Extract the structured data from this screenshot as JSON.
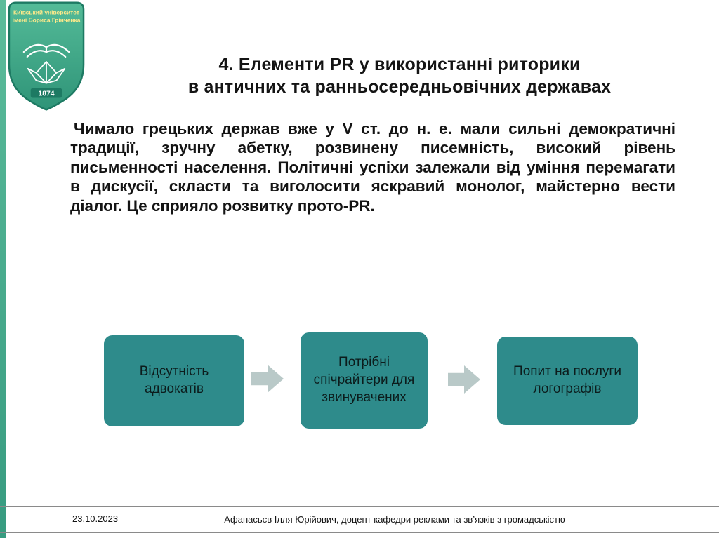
{
  "slide": {
    "title_line1": "4. Елементи PR у використанні риторики",
    "title_line2": "в античних та ранньосередньовічних державах",
    "body": "Чимало грецьких держав вже у V ст. до н. е. мали сильні демократичні традиції, зручну абетку, розвинену писемність, високий рівень письменності населення. Політичні успіхи залежали від уміння перемагати в дискусії, скласти та виголосити яскравий монолог, майстерно вести діалог. Це сприяло розвитку прото-PR."
  },
  "diagram": {
    "boxes": [
      {
        "label": "Відсутність адвокатів"
      },
      {
        "label": "Потрібні спічрайтери для звинувачених"
      },
      {
        "label": "Попит на послуги логографів"
      }
    ]
  },
  "logo": {
    "line1": "Київський університет",
    "line2": "імені Бориса Грінченка",
    "year": "1874"
  },
  "footer": {
    "date": "23.10.2023",
    "credit": "Афанасьєв Ілля Юрійович, доцент кафедри реклами та зв’язків з громадськістю"
  },
  "colors": {
    "box_teal": "#2e8b8b",
    "arrow_gray": "#b9c9c8",
    "side_bar_green": "#45a98e",
    "logo_green": "#3ba78b",
    "text_black": "#141414"
  }
}
